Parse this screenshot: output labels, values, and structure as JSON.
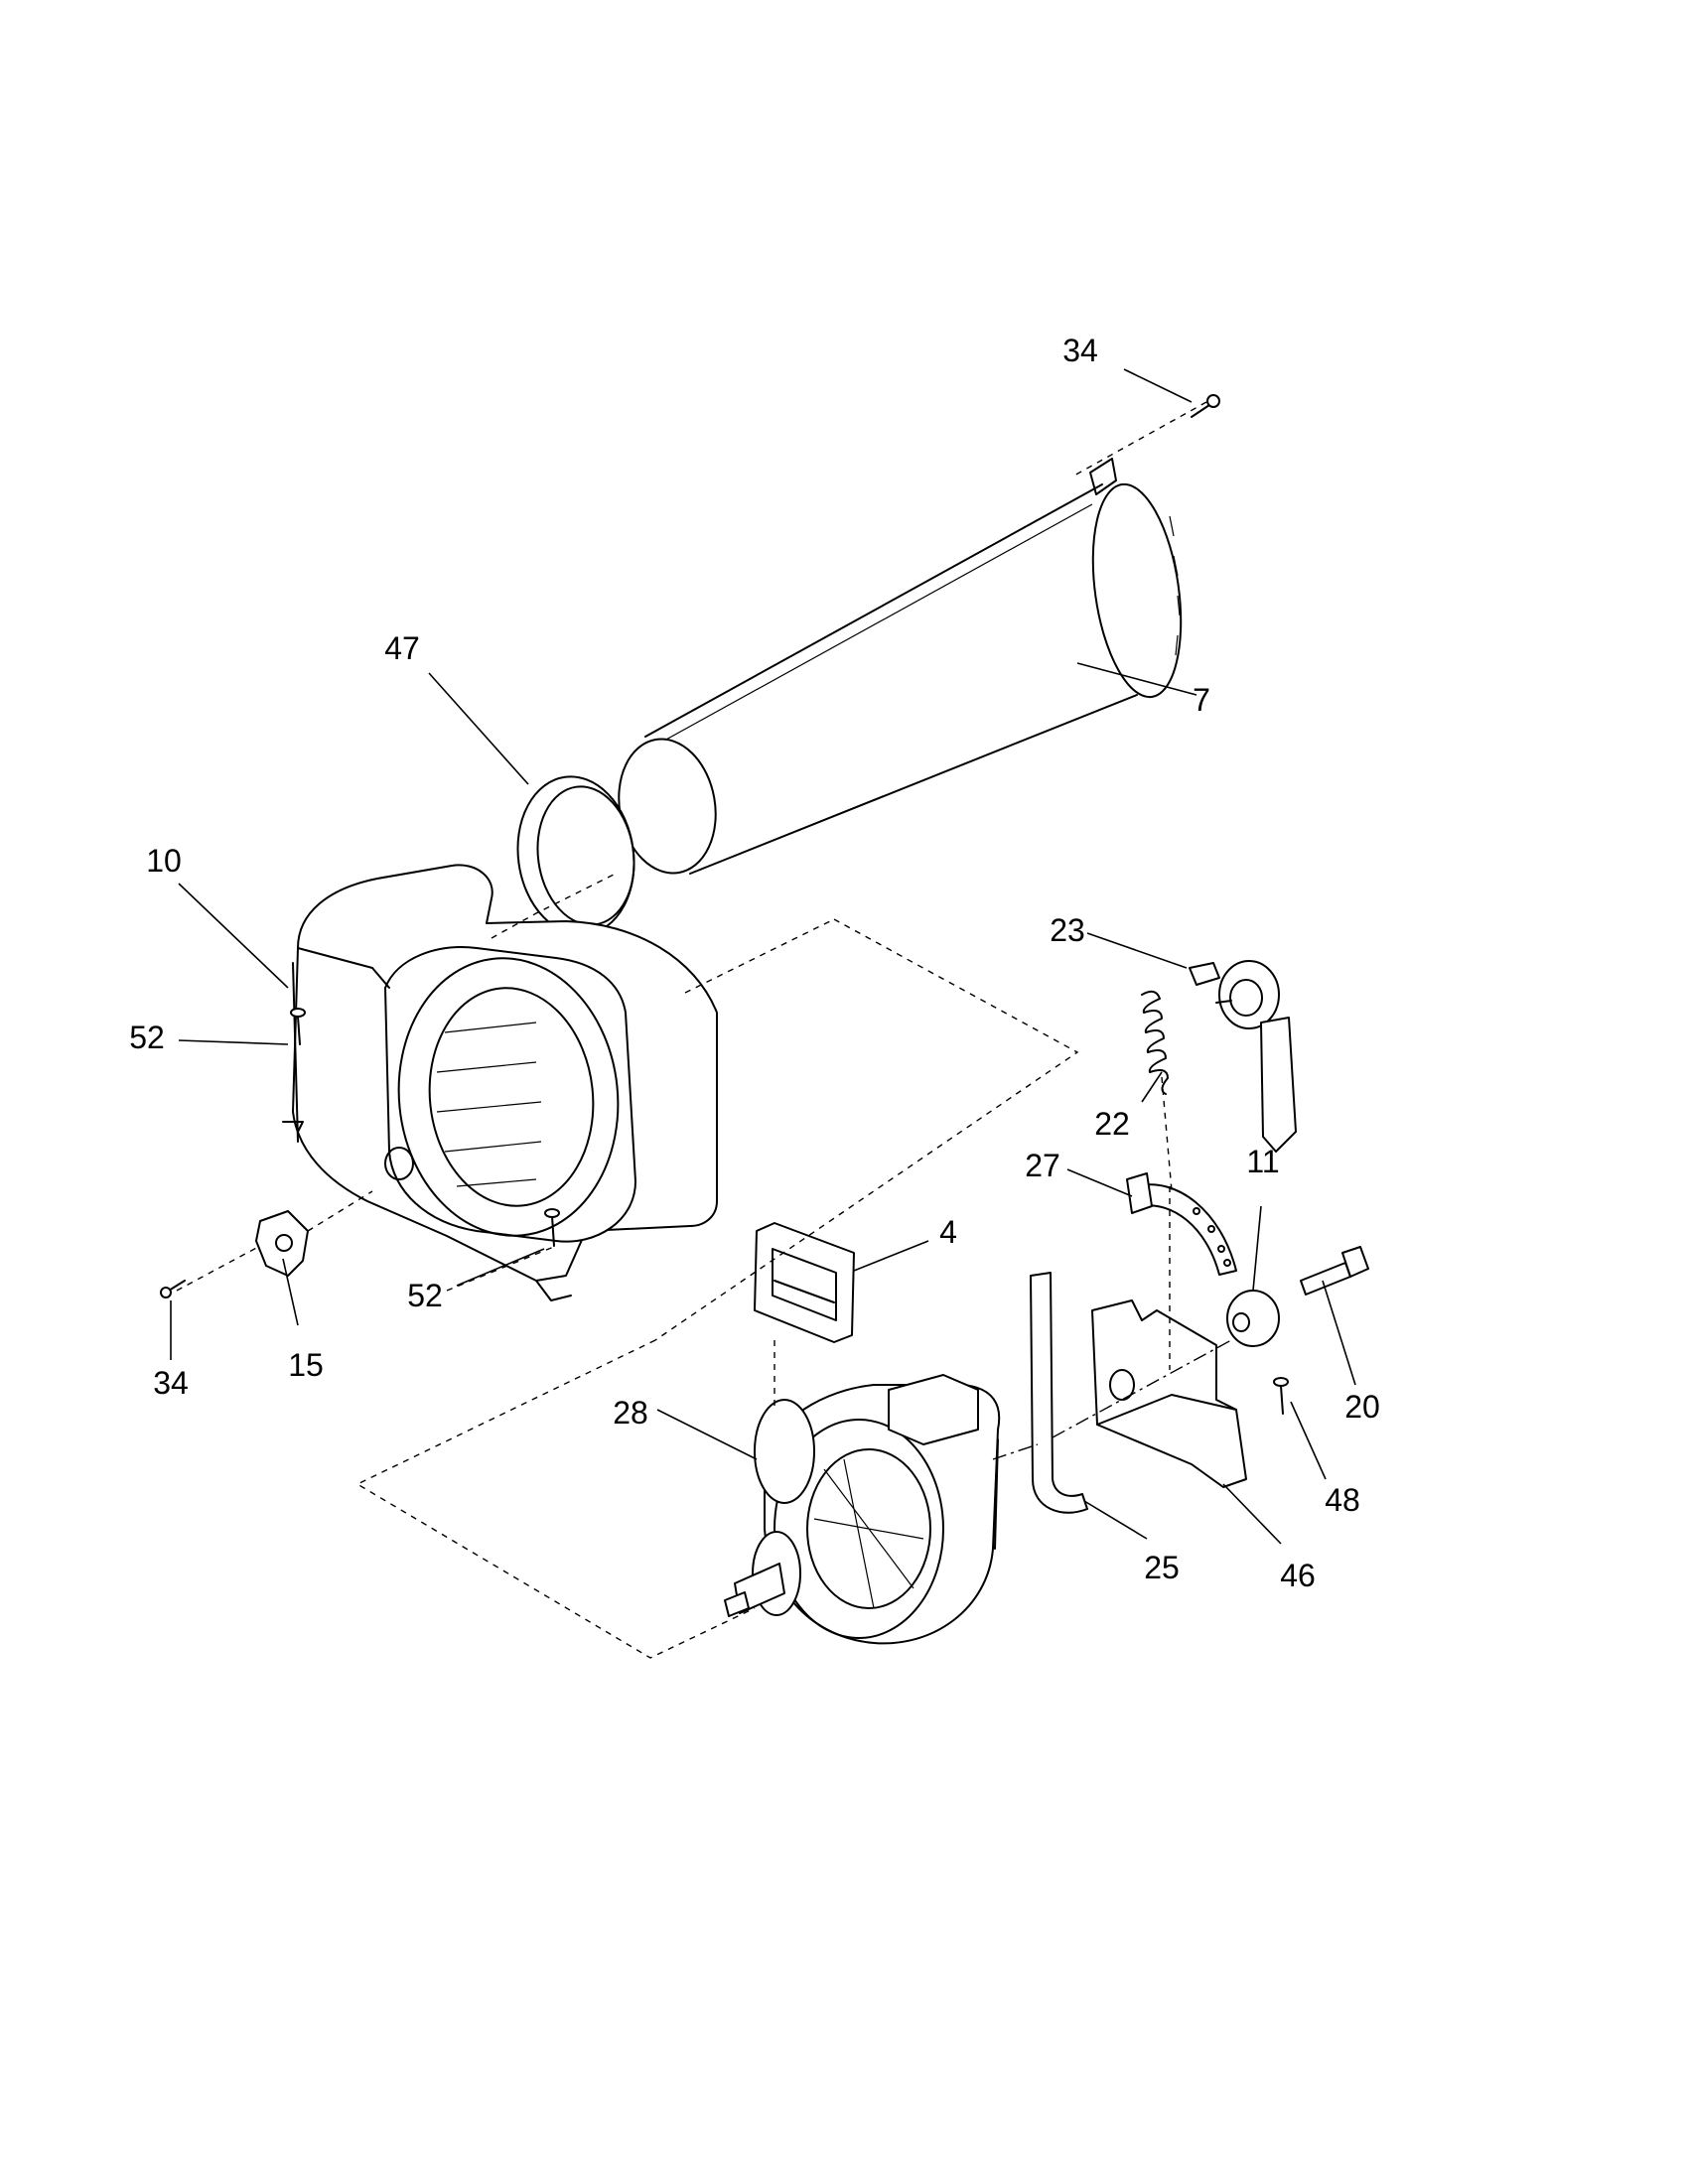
{
  "callouts": {
    "c34_top": "34",
    "c47": "47",
    "c7": "7",
    "c10": "10",
    "c23": "23",
    "c52_left": "52",
    "c22": "22",
    "c27": "27",
    "c11": "11",
    "c4": "4",
    "c20": "20",
    "c52_bottom": "52",
    "c34_bottom": "34",
    "c15": "15",
    "c28": "28",
    "c48": "48",
    "c25": "25",
    "c46": "46"
  }
}
